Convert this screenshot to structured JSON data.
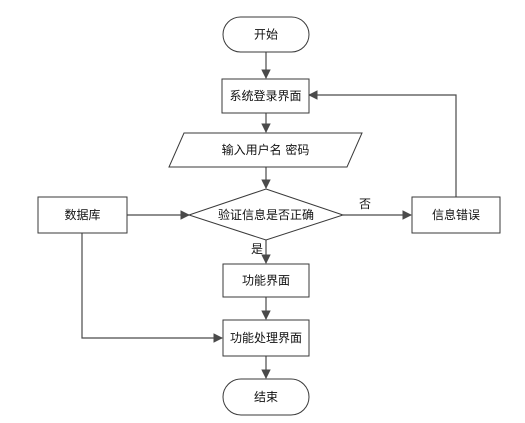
{
  "nodes": {
    "start": "开始",
    "login": "系统登录界面",
    "input": "输入用户名 密码",
    "verify": "验证信息是否正确",
    "database": "数据库",
    "error": "信息错误",
    "func": "功能界面",
    "process": "功能处理界面",
    "end": "结束"
  },
  "edge_labels": {
    "no": "否",
    "yes": "是"
  }
}
